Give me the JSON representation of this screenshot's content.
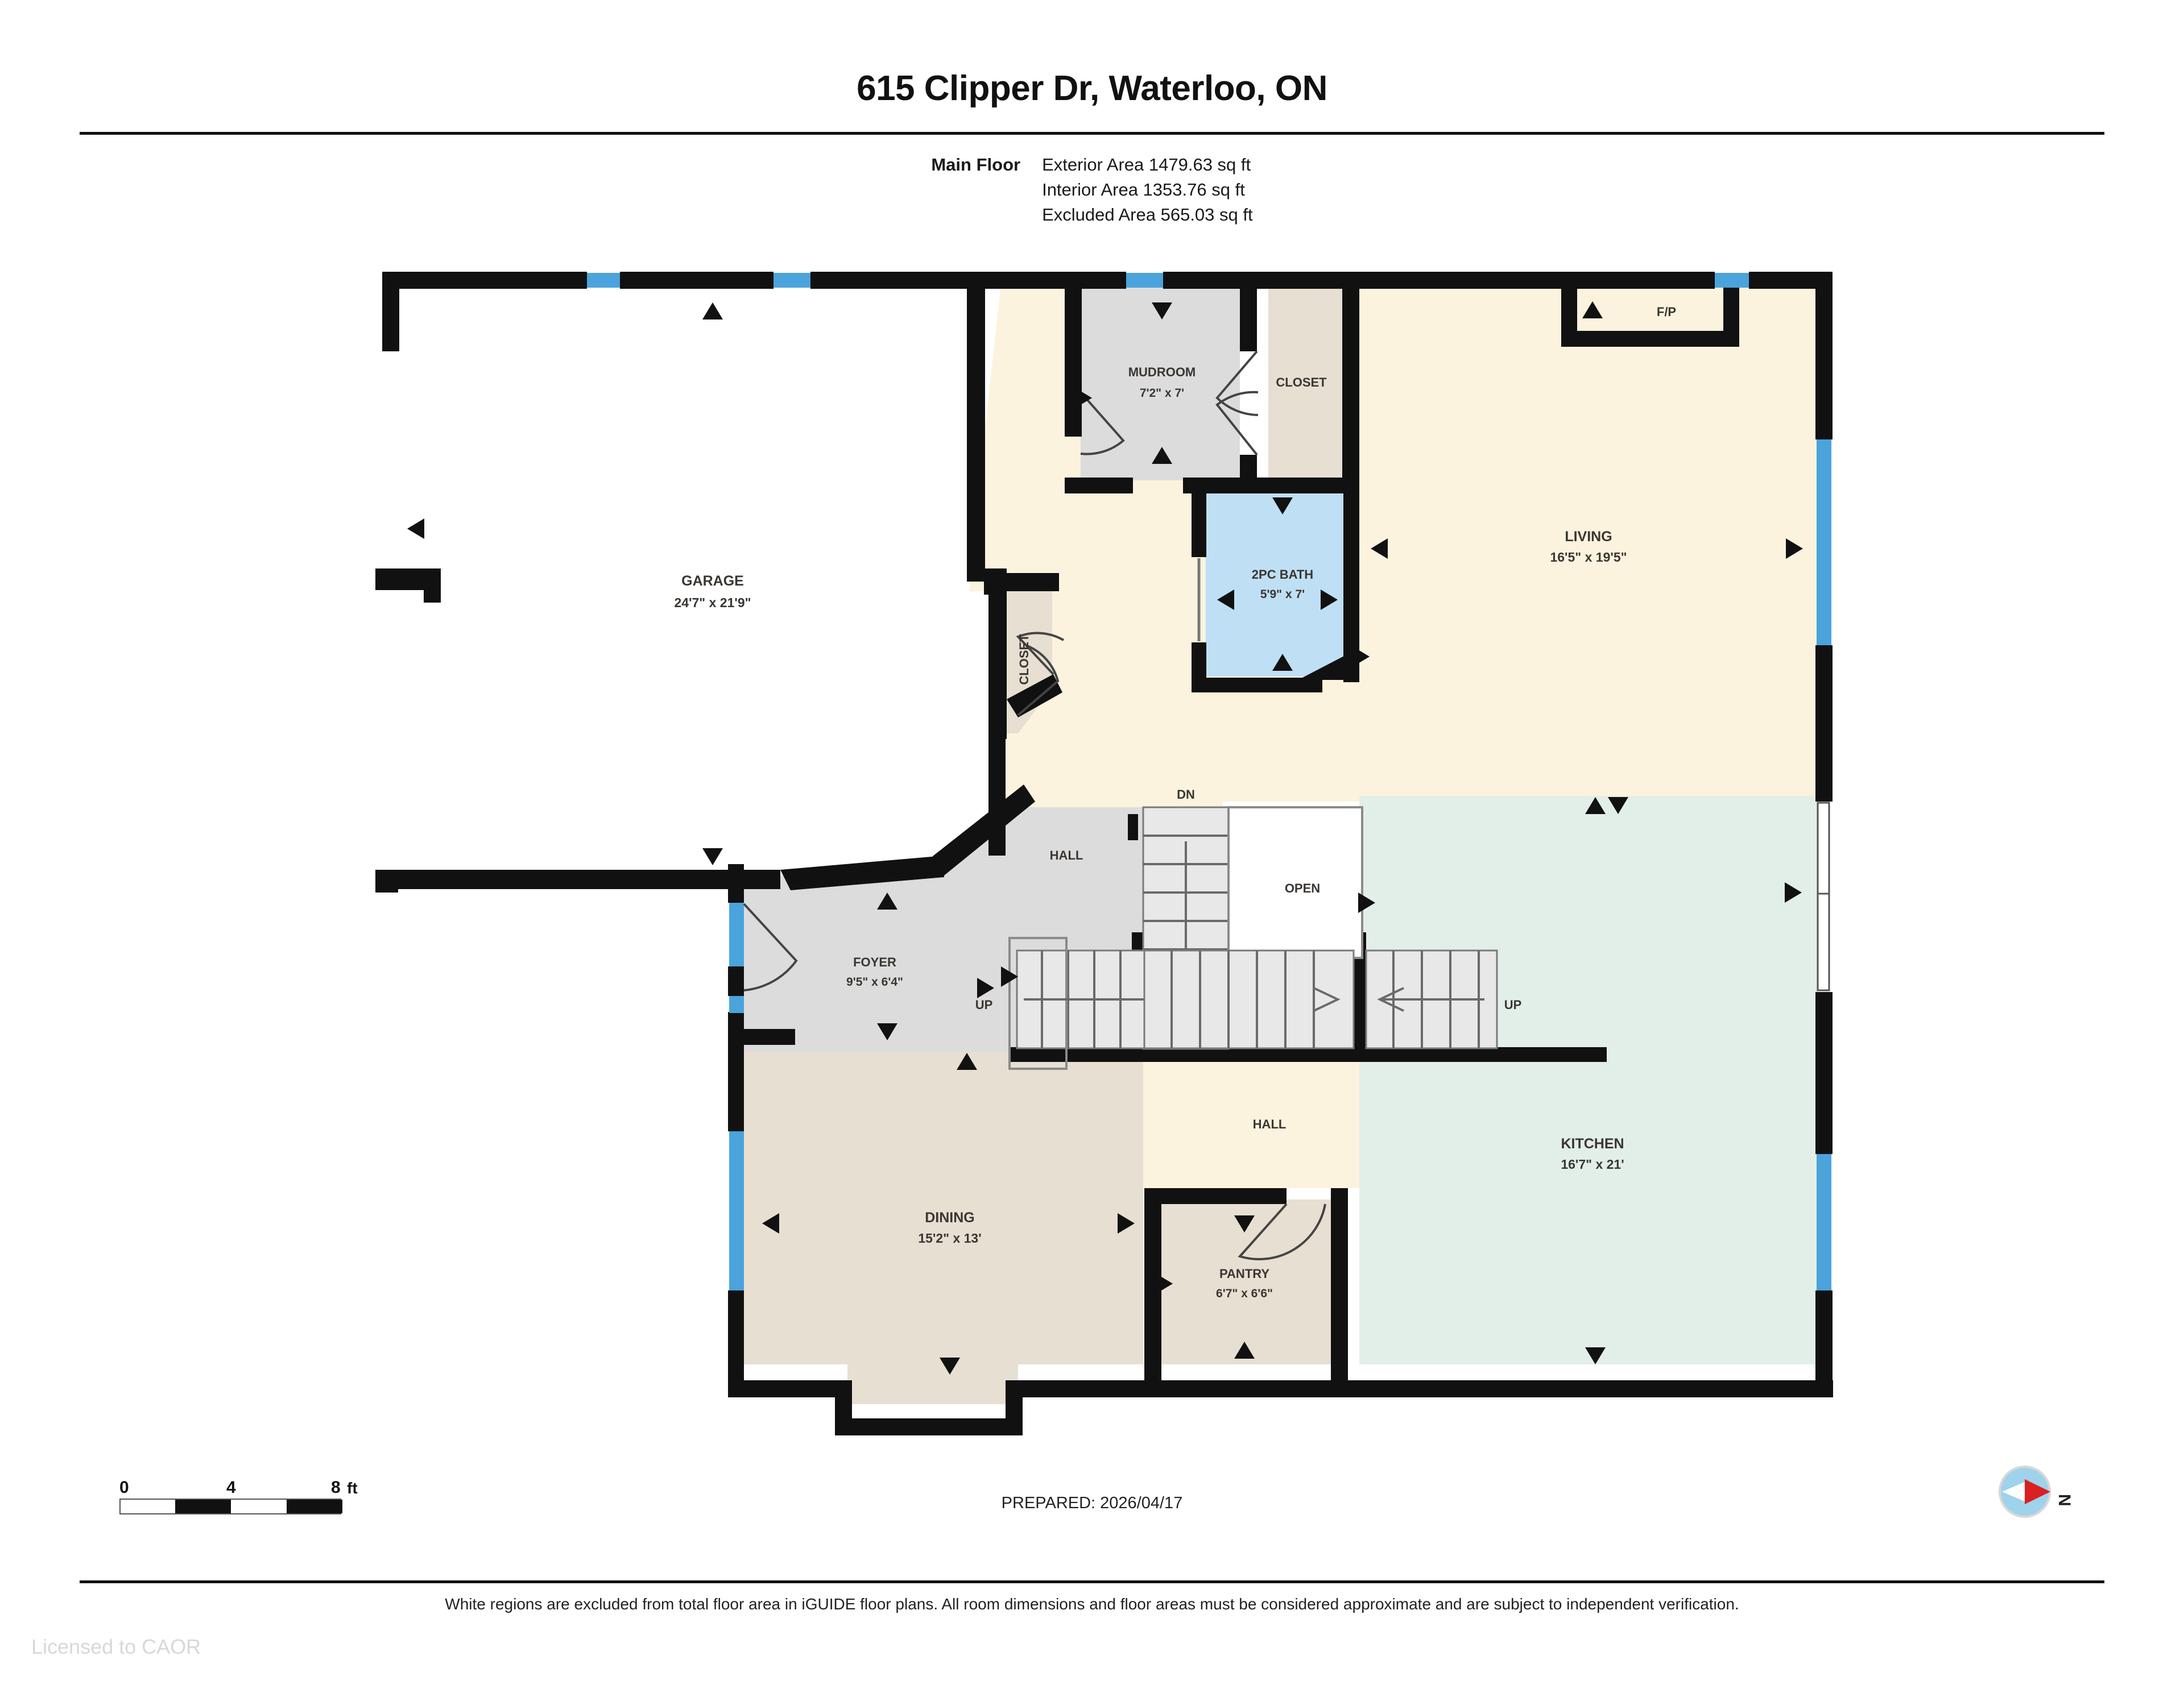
{
  "header": {
    "title": "615 Clipper Dr, Waterloo, ON",
    "floor_label": "Main Floor",
    "exterior_area": "Exterior Area 1479.63 sq ft",
    "interior_area": "Interior Area 1353.76 sq ft",
    "excluded_area": "Excluded Area 565.03 sq ft"
  },
  "rooms": [
    {
      "name": "GARAGE",
      "dim": "24'7\" x 21'9\""
    },
    {
      "name": "MUDROOM",
      "dim": "7'2\" x 7'"
    },
    {
      "name": "CLOSET",
      "dim": ""
    },
    {
      "name": "2PC BATH",
      "dim": "5'9\" x 7'"
    },
    {
      "name": "LIVING",
      "dim": "16'5\" x 19'5\""
    },
    {
      "name": "CLOSET",
      "dim": ""
    },
    {
      "name": "HALL",
      "dim": ""
    },
    {
      "name": "FOYER",
      "dim": "9'5\" x 6'4\""
    },
    {
      "name": "OPEN",
      "dim": ""
    },
    {
      "name": "HALL",
      "dim": ""
    },
    {
      "name": "KITCHEN",
      "dim": "16'7\" x 21'"
    },
    {
      "name": "DINING",
      "dim": "15'2\" x 13'"
    },
    {
      "name": "PANTRY",
      "dim": "6'7\" x 6'6\""
    }
  ],
  "annotations": {
    "fireplace": "F/P",
    "stairs_down": "DN",
    "stairs_up_left": "UP",
    "stairs_up_right": "UP",
    "open_well": "OPEN"
  },
  "scale": {
    "tick_0": "0",
    "tick_4": "4",
    "tick_8": "8",
    "unit": "ft"
  },
  "footer": {
    "prepared": "PREPARED: 2026/04/17",
    "compass_label": "N",
    "disclaimer": "White regions are excluded from total floor area in iGUIDE floor plans. All room dimensions and floor areas must be considered approximate and are subject to independent verification.",
    "licensed": "Licensed to CAOR"
  },
  "colors": {
    "wall": "#111111",
    "window": "#4BA3DC",
    "living_fill": "#FBF3DE",
    "kitchen_fill": "#E2EFE8",
    "dining_fill": "#E6DFD2",
    "bath_fill": "#BFDFF5",
    "mudroom_fill": "#DCDCDC",
    "foyer_fill": "#DCDCDC",
    "excluded_fill": "#FFFFFF"
  }
}
